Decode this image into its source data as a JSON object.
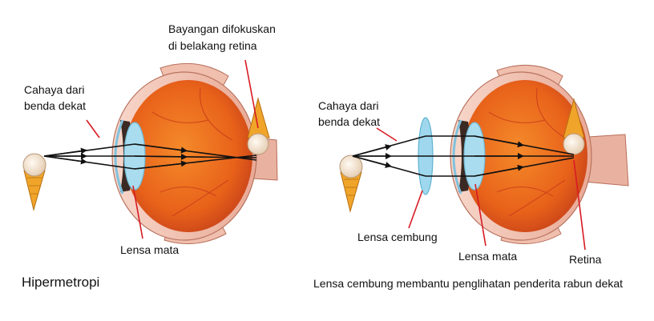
{
  "left_panel": {
    "top_note_line1": "Bayangan difokuskan",
    "top_note_line2": "di belakang retina",
    "source_line1": "Cahaya dari",
    "source_line2": "benda dekat",
    "lens_label": "Lensa  mata",
    "title": "Hipermetropi"
  },
  "right_panel": {
    "source_line1": "Cahaya dari",
    "source_line2": "benda dekat",
    "convex_lens_label": "Lensa cembung",
    "lens_label": "Lensa mata",
    "retina_label": "Retina",
    "caption": "Lensa cembung membantu penglihatan penderita rabun dekat"
  },
  "colors": {
    "eyeball": "#e8621a",
    "sclera": "#f4c7b8",
    "cornea": "#a9dcef",
    "convex_lens": "#9fd8ee",
    "pointer_line": "#d81b23",
    "ray": "#111111",
    "ice_cream_cone": "#f0a52a",
    "ice_cream_scoop": "#f3e6d6"
  },
  "icons": [
    "ice-cream-icon",
    "eye-icon",
    "convex-lens-icon"
  ]
}
